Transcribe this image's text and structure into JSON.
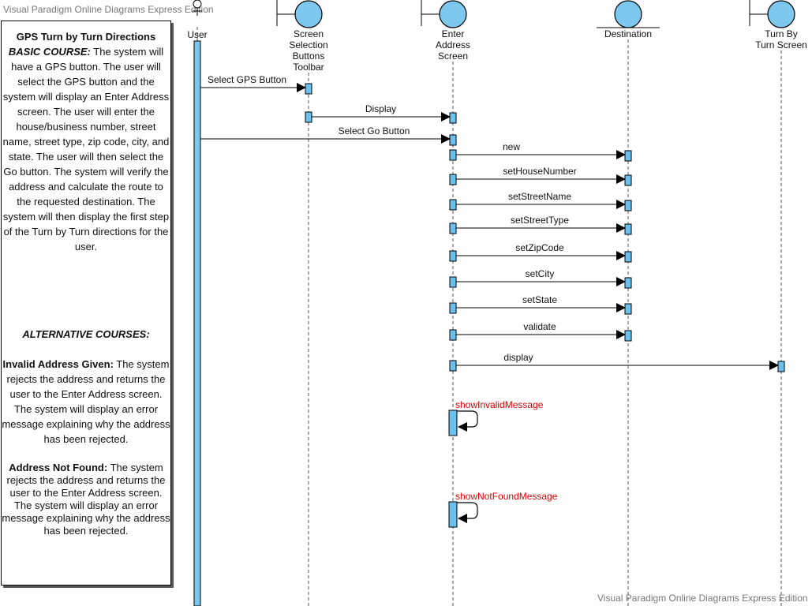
{
  "watermark_top": "Visual Paradigm Online Diagrams Express Edition",
  "watermark_bottom": "Visual Paradigm Online Diagrams Express Edition",
  "note": {
    "title": "GPS Turn by Turn Directions",
    "basic_label": "BASIC COURSE:",
    "basic_text": " The system will have a GPS button. The user will select the GPS button and the system will display an Enter Address screen. The user will enter the house/business number, street name, street type, zip code, city, and state. The user will then select the Go button. The system will verify the address and calculate the route to the requested destination. The system will then display the first step of the Turn by Turn directions for the user.",
    "alt_heading": "ALTERNATIVE COURSES:",
    "invalid_label": "Invalid Address Given:",
    "invalid_text": " The system rejects the address and returns the user to the Enter Address screen. The system will display an error message explaining why the address has been rejected.",
    "notfound_label": "Address Not Found:",
    "notfound_text": " The system rejects the address and returns the user to the Enter Address screen. The system will display an error message explaining why the address has been rejected."
  },
  "participants": [
    {
      "id": "user",
      "kind": "actor",
      "lines": [
        "User"
      ]
    },
    {
      "id": "toolbar",
      "kind": "boundary",
      "lines": [
        "Screen",
        "Selection",
        "Buttons",
        "Toolbar"
      ]
    },
    {
      "id": "enter_address",
      "kind": "boundary",
      "lines": [
        "Enter",
        "Address",
        "Screen"
      ]
    },
    {
      "id": "destination",
      "kind": "entity",
      "lines": [
        "Destination"
      ]
    },
    {
      "id": "turn_screen",
      "kind": "boundary",
      "lines": [
        "Turn By",
        "Turn Screen"
      ]
    }
  ],
  "messages": [
    {
      "from": "user",
      "to": "toolbar",
      "label": "Select GPS Button"
    },
    {
      "from": "toolbar",
      "to": "enter_address",
      "label": "Display"
    },
    {
      "from": "user",
      "to": "enter_address",
      "label": "Select Go Button"
    },
    {
      "from": "enter_address",
      "to": "destination",
      "label": "new"
    },
    {
      "from": "enter_address",
      "to": "destination",
      "label": "setHouseNumber"
    },
    {
      "from": "enter_address",
      "to": "destination",
      "label": "setStreetName"
    },
    {
      "from": "enter_address",
      "to": "destination",
      "label": "setStreetType"
    },
    {
      "from": "enter_address",
      "to": "destination",
      "label": "setZipCode"
    },
    {
      "from": "enter_address",
      "to": "destination",
      "label": "setCity"
    },
    {
      "from": "enter_address",
      "to": "destination",
      "label": "setState"
    },
    {
      "from": "enter_address",
      "to": "destination",
      "label": "validate"
    },
    {
      "from": "enter_address",
      "to": "turn_screen",
      "label": "display"
    }
  ],
  "self_messages": [
    {
      "on": "enter_address",
      "label": "showInvalidMessage",
      "color": "#e00000"
    },
    {
      "on": "enter_address",
      "label": "showNotFoundMessage",
      "color": "#e00000"
    }
  ],
  "colors": {
    "lifeline_fill": "#7ec8f0",
    "activation_fill": "#6cc0ee",
    "line": "#000000",
    "lifeline_dash": "#555555",
    "self_label": "#e00000"
  }
}
